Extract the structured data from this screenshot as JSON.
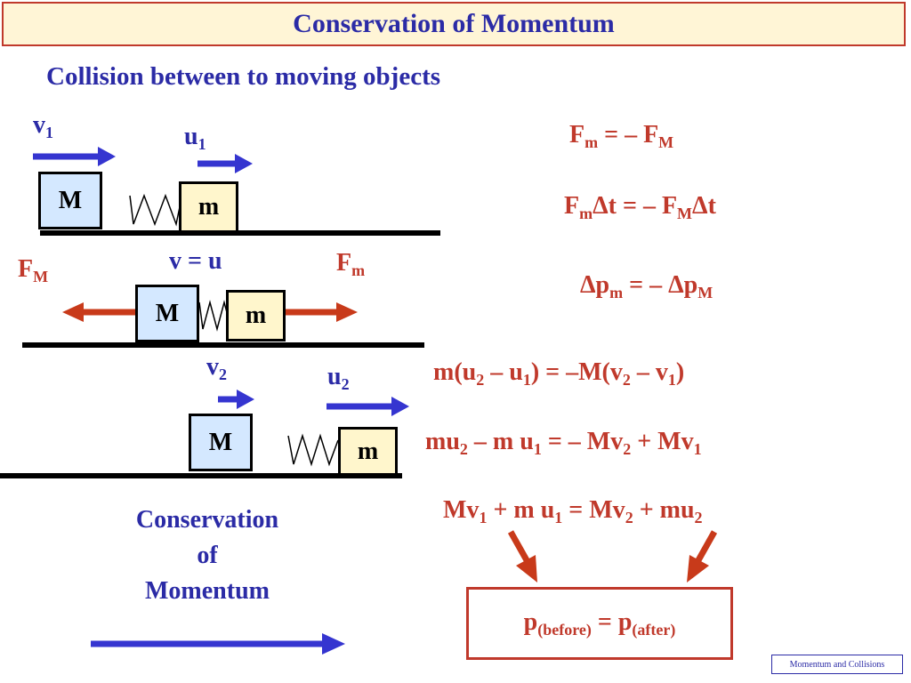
{
  "title": "Conservation of Momentum",
  "subtitle": "Collision between to moving objects",
  "scene1": {
    "v_label": "v",
    "v_sub": "1",
    "u_label": "u",
    "u_sub": "1",
    "block_big": "M",
    "block_small": "m"
  },
  "scene2": {
    "vu_label": "v = u",
    "fM_label": "F",
    "fM_sub": "M",
    "fm_label": "F",
    "fm_sub": "m",
    "block_big": "M",
    "block_small": "m"
  },
  "scene3": {
    "v_label": "v",
    "v_sub": "2",
    "u_label": "u",
    "u_sub": "2",
    "block_big": "M",
    "block_small": "m"
  },
  "equations": {
    "eq1": {
      "a": "F",
      "a_sub": "m",
      "b": " = – F",
      "b_sub": "M"
    },
    "eq2": {
      "a": "F",
      "a_sub": "m",
      "b": "Δt = – F",
      "b_sub": "M",
      "c": "Δt"
    },
    "eq3": {
      "a": "Δp",
      "a_sub": "m",
      "b": " = – Δp",
      "b_sub": "M"
    },
    "eq4": {
      "p1": "m(u",
      "s1": "2",
      "p2": " – u",
      "s2": "1",
      "p3": ") = –M(v",
      "s3": "2",
      "p4": " – v",
      "s4": "1",
      "p5": ")"
    },
    "eq5": {
      "p1": "mu",
      "s1": "2",
      "p2": " – m u",
      "s2": "1",
      "p3": " = – Mv",
      "s3": "2",
      "p4": " + Mv",
      "s4": "1"
    },
    "eq6": {
      "p1": "Mv",
      "s1": "1",
      "p2": " + m u",
      "s2": "1",
      "p3": " =  Mv",
      "s3": "2",
      "p4": " + mu",
      "s4": "2"
    }
  },
  "conclusion": {
    "line1": "Conservation",
    "line2": "of",
    "line3": "Momentum"
  },
  "result": {
    "p1": "p",
    "s1": "(before)",
    "mid": " =  p",
    "s2": "(after)"
  },
  "footer": "Momentum and Collisions",
  "colors": {
    "blue": "#2b2ba6",
    "red": "#c0392b",
    "arrow_blue": "#3535d0",
    "arrow_red": "#c83a1a"
  }
}
